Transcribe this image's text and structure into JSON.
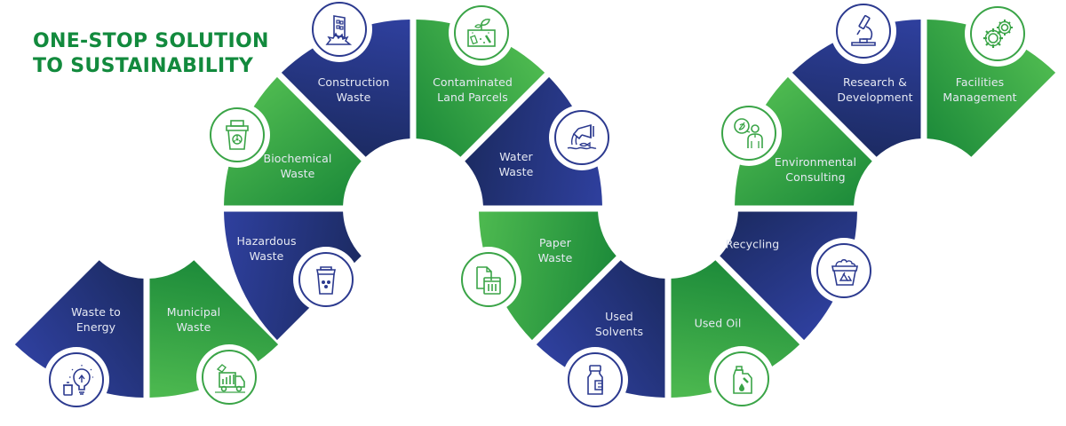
{
  "title": {
    "line1": "ONE-STOP SOLUTION",
    "line2": "TO SUSTAINABILITY"
  },
  "colors": {
    "title_green": "#128a3d",
    "blue_light": "#2e3f9c",
    "blue_dark": "#1c2b63",
    "green_light": "#4cb84f",
    "green_dark": "#1d8b3a",
    "label_text": "#e6e9f3"
  },
  "segments": [
    {
      "id": "waste-to-energy",
      "lines": [
        "Waste to",
        "Energy"
      ],
      "color": "blue",
      "icon": "bulb-recycle-icon"
    },
    {
      "id": "municipal-waste",
      "lines": [
        "Municipal",
        "Waste"
      ],
      "color": "green",
      "icon": "garbage-truck-icon"
    },
    {
      "id": "hazardous-waste",
      "lines": [
        "Hazardous",
        "Waste"
      ],
      "color": "blue",
      "icon": "hazard-bin-icon"
    },
    {
      "id": "biochemical-waste",
      "lines": [
        "Biochemical",
        "Waste"
      ],
      "color": "green",
      "icon": "biohazard-bin-icon"
    },
    {
      "id": "construction-waste",
      "lines": [
        "Construction",
        "Waste"
      ],
      "color": "blue",
      "icon": "collapsing-building-icon"
    },
    {
      "id": "contaminated-land-parcels",
      "lines": [
        "Contaminated",
        "Land Parcels"
      ],
      "color": "green",
      "icon": "contaminated-soil-icon"
    },
    {
      "id": "water-waste",
      "lines": [
        "Water",
        "Waste"
      ],
      "color": "blue",
      "icon": "pipe-outflow-icon"
    },
    {
      "id": "paper-waste",
      "lines": [
        "Paper",
        "Waste"
      ],
      "color": "green",
      "icon": "paper-bin-icon"
    },
    {
      "id": "used-solvents",
      "lines": [
        "Used",
        "Solvents"
      ],
      "color": "blue",
      "icon": "solvent-bottle-icon"
    },
    {
      "id": "used-oil",
      "lines": [
        "Used Oil"
      ],
      "color": "green",
      "icon": "oil-can-icon"
    },
    {
      "id": "recycling",
      "lines": [
        "Recycling"
      ],
      "color": "blue",
      "icon": "recycling-bin-icon"
    },
    {
      "id": "environmental-consulting",
      "lines": [
        "Environmental",
        "Consulting"
      ],
      "color": "green",
      "icon": "consultant-icon"
    },
    {
      "id": "research-development",
      "lines": [
        "Research &",
        "Development"
      ],
      "color": "blue",
      "icon": "microscope-icon"
    },
    {
      "id": "facilities-management",
      "lines": [
        "Facilities",
        "Management"
      ],
      "color": "green",
      "icon": "gears-icon"
    }
  ]
}
